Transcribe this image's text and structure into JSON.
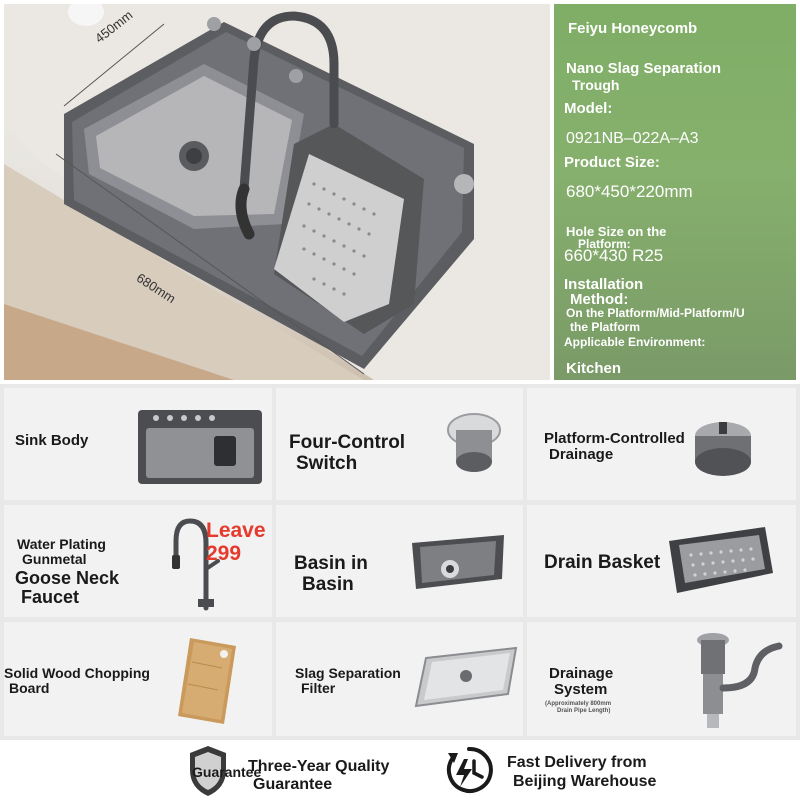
{
  "photo": {
    "dim_depth": "450mm",
    "dim_width": "680mm"
  },
  "spec": {
    "title": "Feiyu Honeycomb",
    "subtitle_line1": "Nano Slag Separation",
    "subtitle_line2": "Trough",
    "model_label": "Model:",
    "model_value": "0921NB–022A–A3",
    "size_label": "Product Size:",
    "size_value": "680*450*220mm",
    "hole_label_line1": "Hole Size on the",
    "hole_label_line2": "Platform:",
    "hole_value": "660*430  R25",
    "install_label_line1": "Installation",
    "install_label_line2": "Method:",
    "install_value_line1": "On the Platform/Mid-Platform/U",
    "install_value_line2": "the Platform",
    "env_label": "Applicable Environment:",
    "env_value": "Kitchen"
  },
  "features": {
    "sink_body": "Sink Body",
    "four_control_line1": "Four-Control",
    "four_control_line2": "Switch",
    "platform_drain_line1": "Platform-Controlled",
    "platform_drain_line2": "Drainage",
    "faucet_line1": "Water Plating",
    "faucet_line2": "Gunmetal",
    "faucet_line3": "Goose Neck",
    "faucet_line4": "Faucet",
    "leave_line1": "Leave",
    "leave_line2": "299",
    "basin_line1": "Basin in",
    "basin_line2": "Basin",
    "drain_basket": "Drain Basket",
    "chopping_line1": "Solid Wood Chopping",
    "chopping_line2": "Board",
    "slag_line1": "Slag Separation",
    "slag_line2": "Filter",
    "drainage_line1": "Drainage",
    "drainage_line2": "System",
    "drainage_note_line1": "(Approximately 800mm",
    "drainage_note_line2": "Drain Pipe Length)"
  },
  "footer": {
    "shield_text": "Guarantee",
    "guarantee_line1": "Three-Year Quality",
    "guarantee_line2": "Guarantee",
    "delivery_line1": "Fast Delivery from",
    "delivery_line2": "Beijing Warehouse"
  },
  "icons": {
    "shield": "shield-icon",
    "delivery": "lightning-clock-icon"
  },
  "colors": {
    "spec_panel": "#7fae66",
    "leave_red": "#e53a2e",
    "grid_bg": "#e8e8e8",
    "cell_bg": "#f2f2f2"
  }
}
